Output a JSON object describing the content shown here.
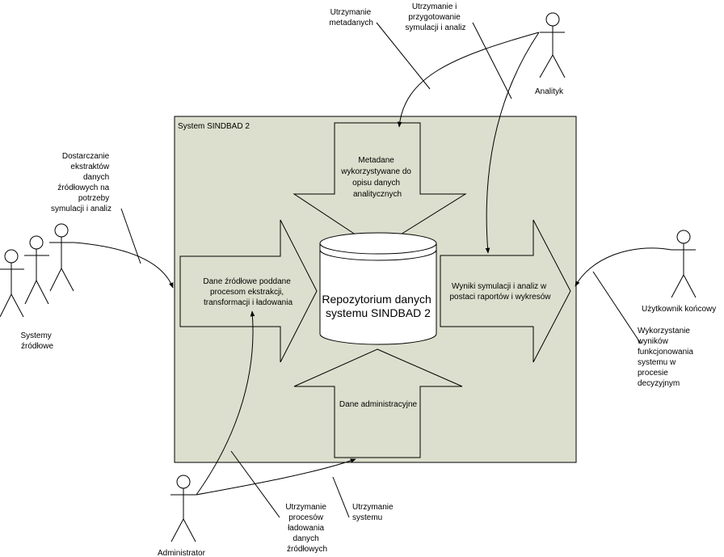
{
  "system": {
    "title": "System SINDBAD 2"
  },
  "repository": {
    "lines": [
      "Repozytorium danych",
      "systemu SINDBAD 2"
    ]
  },
  "arrows": {
    "metadata": [
      "Metadane",
      "wykorzystywane do",
      "opisu danych",
      "analitycznych"
    ],
    "source": [
      "Dane źródłowe poddane",
      "procesom ekstrakcji,",
      "transformacji i ładowania"
    ],
    "results": [
      "Wyniki symulacji i analiz w",
      "postaci raportów i wykresów"
    ],
    "admin": [
      "Dane administracyjne"
    ]
  },
  "actors": {
    "analyst": "Analityk",
    "end_user": "Użytkownik końcowy",
    "administrator": "Administrator",
    "source_systems": [
      "Systemy",
      "źródłowe"
    ]
  },
  "flow_labels": {
    "metadata_maintenance": [
      "Utrzymanie",
      "metadanych"
    ],
    "simulation_prep": [
      "Utrzymanie i",
      "przygotowanie",
      "symulacji i analiz"
    ],
    "extract_delivery": [
      "Dostarczanie",
      "ekstraktów",
      "danych",
      "źródłowych na",
      "potrzeby",
      "symulacji i analiz"
    ],
    "results_usage": [
      "Wykorzystanie",
      "wyników",
      "funkcjonowania",
      "systemu w",
      "procesie",
      "decyzyjnym"
    ],
    "load_maintenance": [
      "Utrzymanie",
      "procesów",
      "ładowania",
      "danych",
      "źródłowych"
    ],
    "system_maintenance": [
      "Utrzymanie",
      "systemu"
    ]
  },
  "colors": {
    "system_fill": "#dcdfcd",
    "stroke": "#000000",
    "shape_fill": "#ffffff"
  }
}
